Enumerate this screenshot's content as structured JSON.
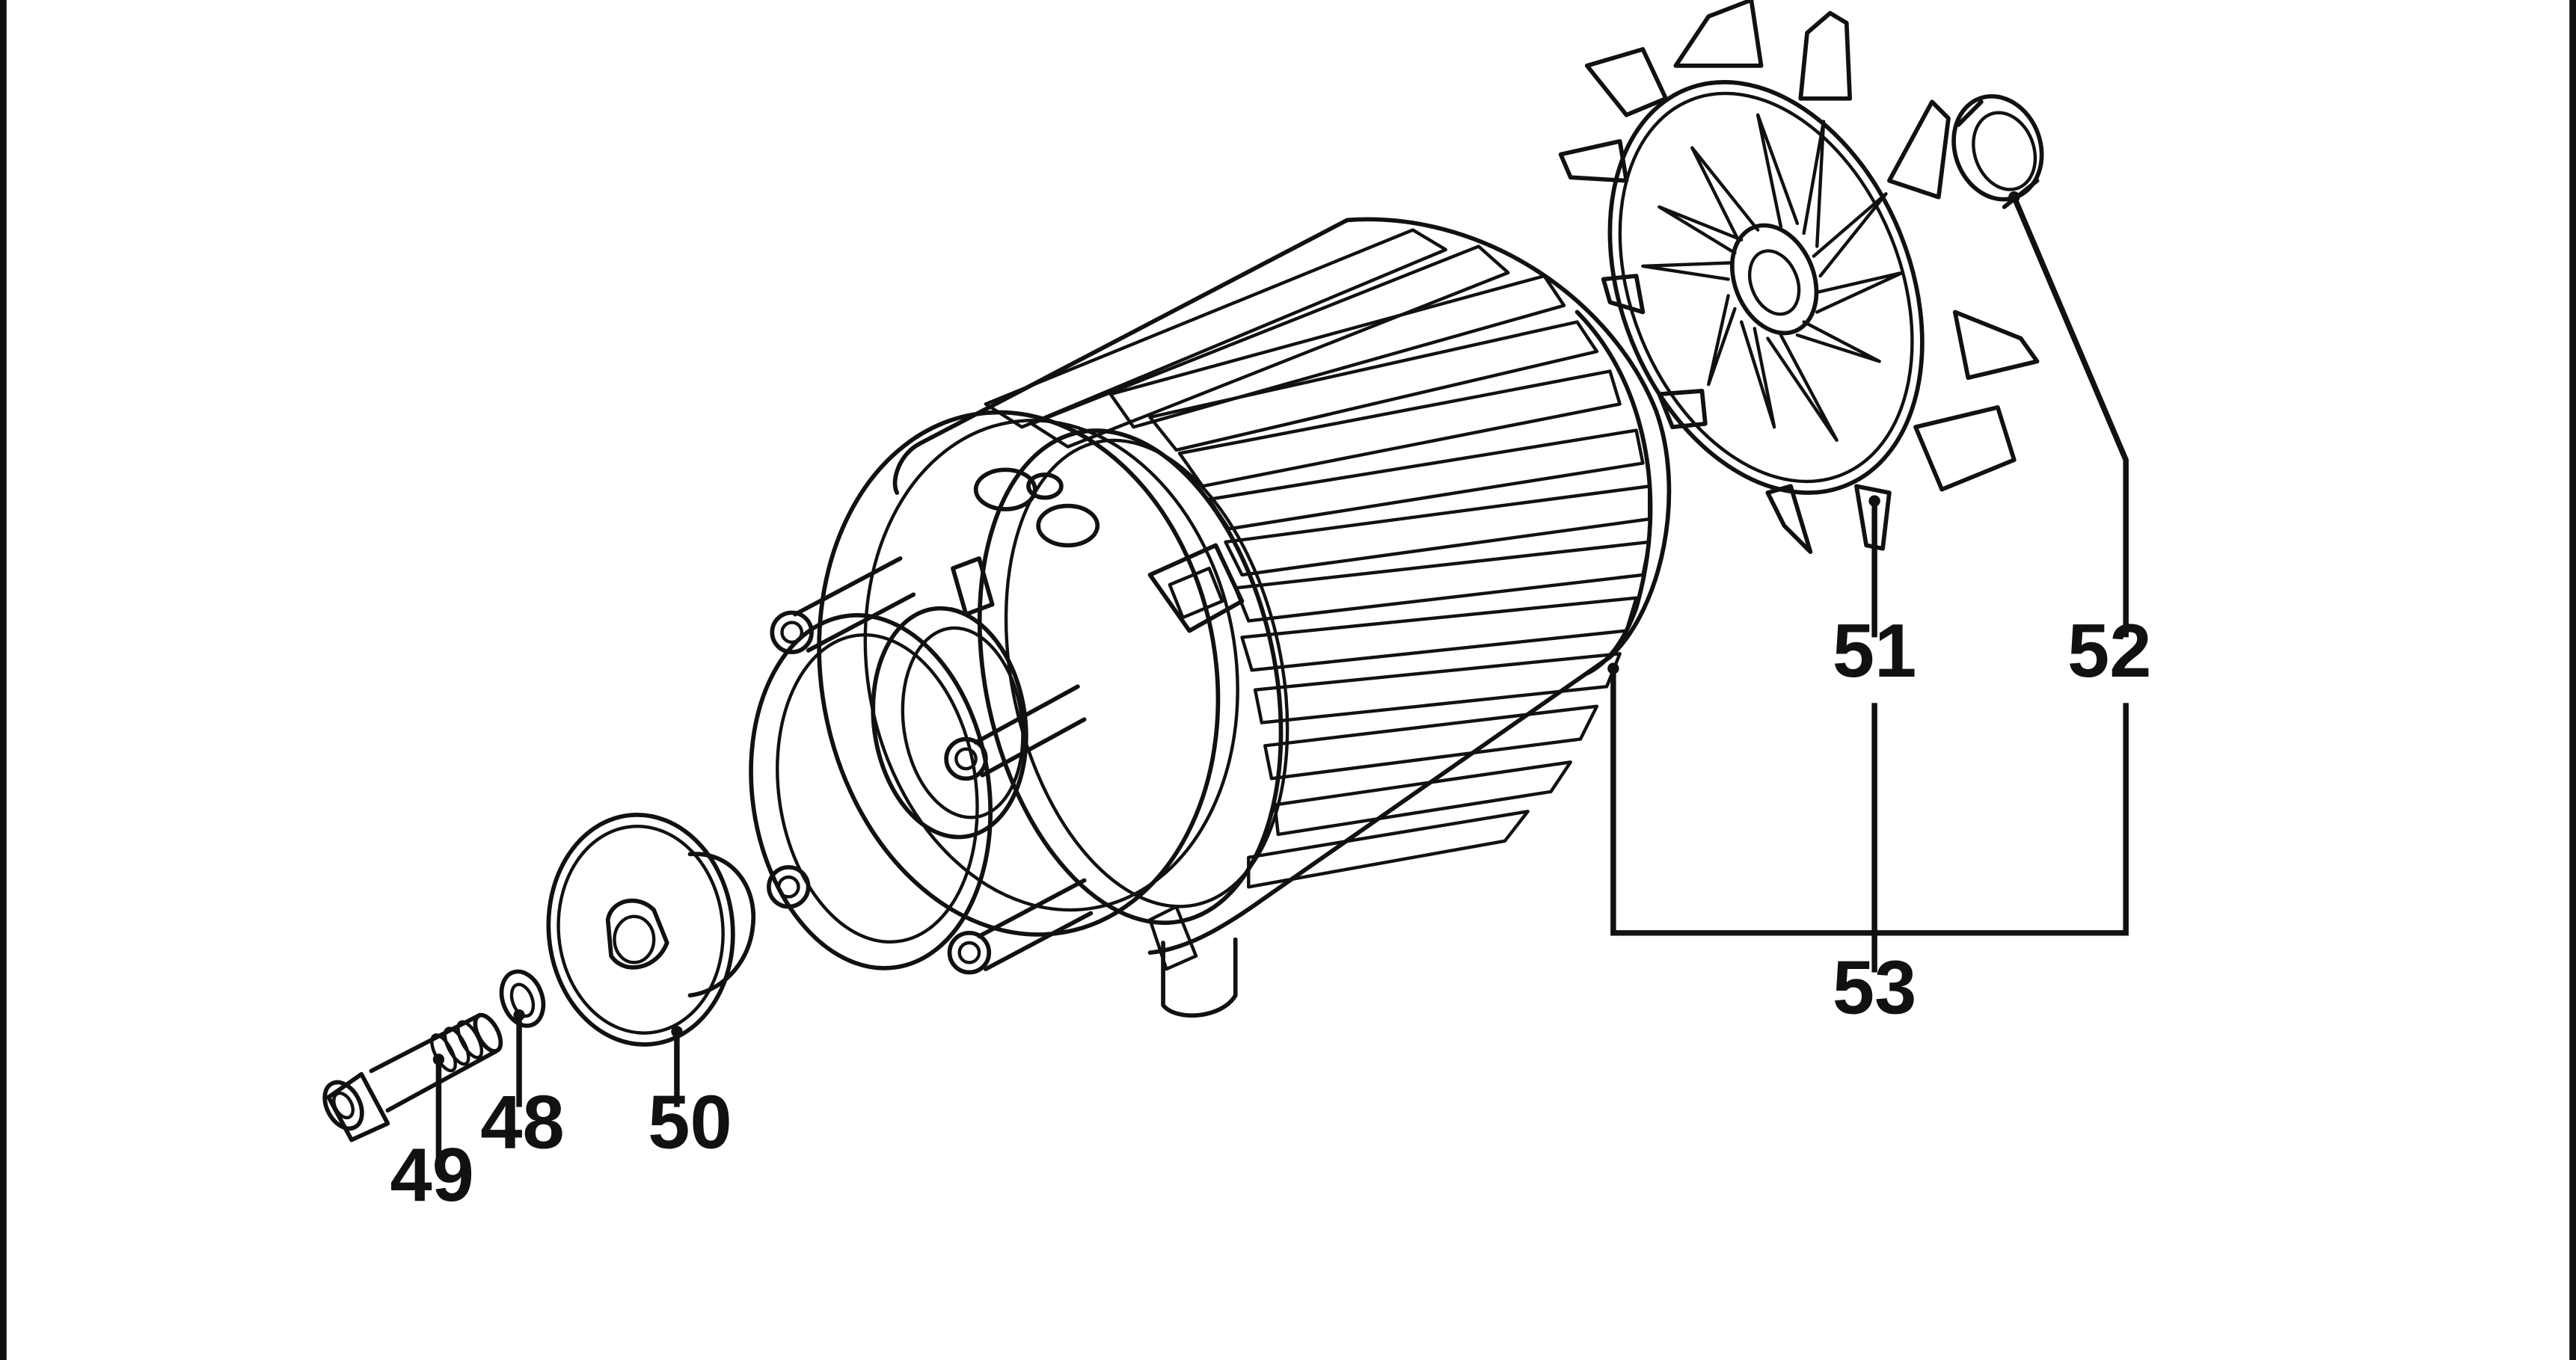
{
  "callouts": {
    "c48": "48",
    "c49": "49",
    "c50": "50",
    "c51": "51",
    "c52": "52",
    "c53": "53"
  },
  "colors": {
    "line": "#111111",
    "background": "#ffffff"
  }
}
